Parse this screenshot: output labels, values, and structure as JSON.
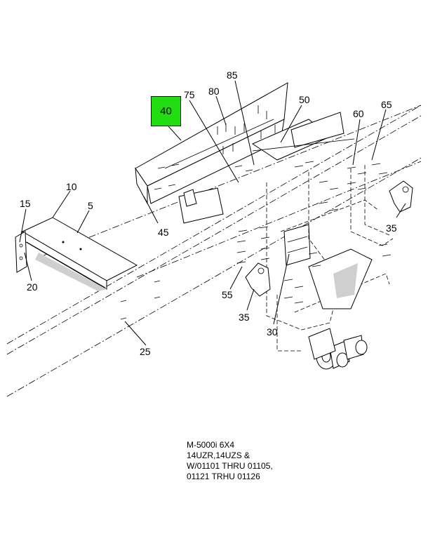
{
  "highlighted_callout": "40",
  "callouts": {
    "c5": "5",
    "c10": "10",
    "c15": "15",
    "c20": "20",
    "c25": "25",
    "c30": "30",
    "c35a": "35",
    "c35b": "35",
    "c45": "45",
    "c50": "50",
    "c55": "55",
    "c60": "60",
    "c65": "65",
    "c75": "75",
    "c80": "80",
    "c85": "85"
  },
  "caption": {
    "line1": "M-5000i 6X4",
    "line2": "14UZR,14UZS &",
    "line3": "W/01101 THRU 01105,",
    "line4": "01121 TRHU 01126"
  }
}
